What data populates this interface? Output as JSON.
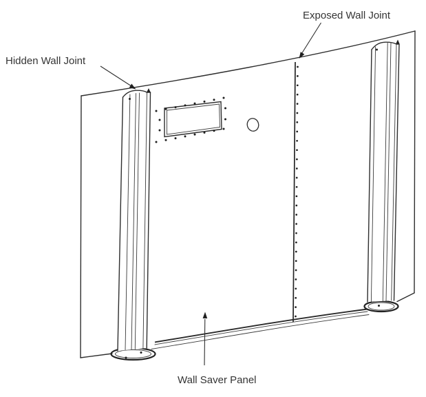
{
  "figure": {
    "type": "technical-illustration",
    "subject": "curved wall panel assembly",
    "background_color": "#ffffff",
    "line_color": "#2d2d2d",
    "text_color": "#343434",
    "callouts": {
      "exposed_wall_joint": "Exposed Wall Joint",
      "hidden_wall_joint": "Hidden Wall Joint",
      "wall_saver_panel": "Wall Saver Panel"
    }
  }
}
